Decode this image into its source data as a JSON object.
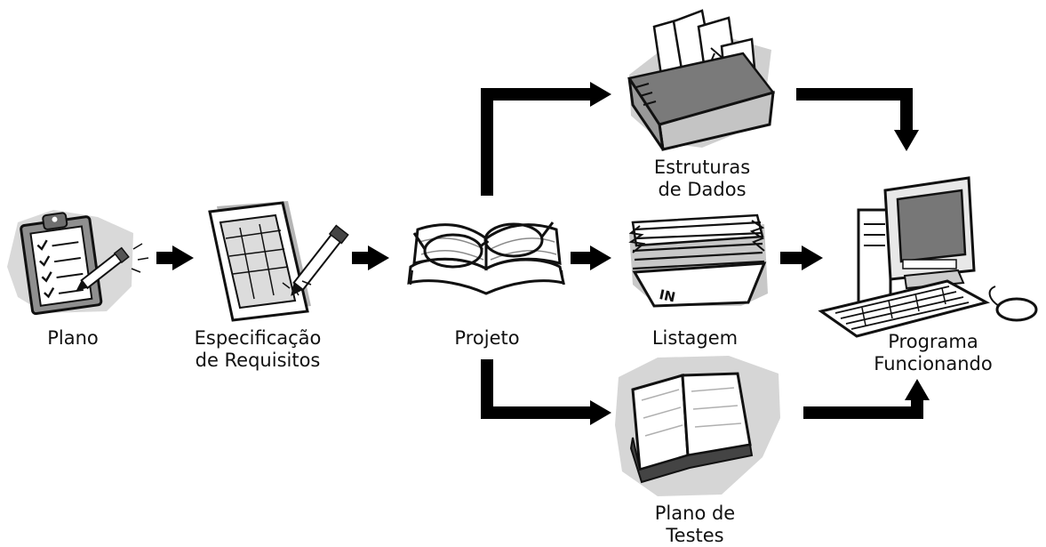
{
  "colors": {
    "arrow": "#000000",
    "ink": "#111111",
    "paper": "#ffffff",
    "shadow_gray": "#d2d2d2",
    "mid_gray": "#9a9a9a"
  },
  "nodes": {
    "plano": {
      "icon": "clipboard-checklist-icon",
      "lines": [
        "Plano"
      ]
    },
    "especificacao": {
      "icon": "document-pen-icon",
      "lines": [
        "Especificação",
        "de Requisitos"
      ]
    },
    "projeto": {
      "icon": "open-book-glasses-icon",
      "lines": [
        "Projeto"
      ]
    },
    "estruturas": {
      "icon": "file-box-icon",
      "lines": [
        "Estruturas",
        "de Dados"
      ]
    },
    "listagem": {
      "icon": "paper-stack-icon",
      "lines": [
        "Listagem"
      ]
    },
    "plano_testes": {
      "icon": "open-book-icon",
      "lines": [
        "Plano de",
        "Testes"
      ]
    },
    "programa": {
      "icon": "computer-icon",
      "lines": [
        "Programa",
        "Funcionando"
      ]
    }
  },
  "edges": [
    {
      "from": "Plano",
      "to": "Especificação de Requisitos"
    },
    {
      "from": "Especificação de Requisitos",
      "to": "Projeto"
    },
    {
      "from": "Projeto",
      "to": "Estruturas de Dados"
    },
    {
      "from": "Projeto",
      "to": "Listagem"
    },
    {
      "from": "Projeto",
      "to": "Plano de Testes"
    },
    {
      "from": "Estruturas de Dados",
      "to": "Programa Funcionando"
    },
    {
      "from": "Listagem",
      "to": "Programa Funcionando"
    },
    {
      "from": "Plano de Testes",
      "to": "Programa Funcionando"
    }
  ]
}
